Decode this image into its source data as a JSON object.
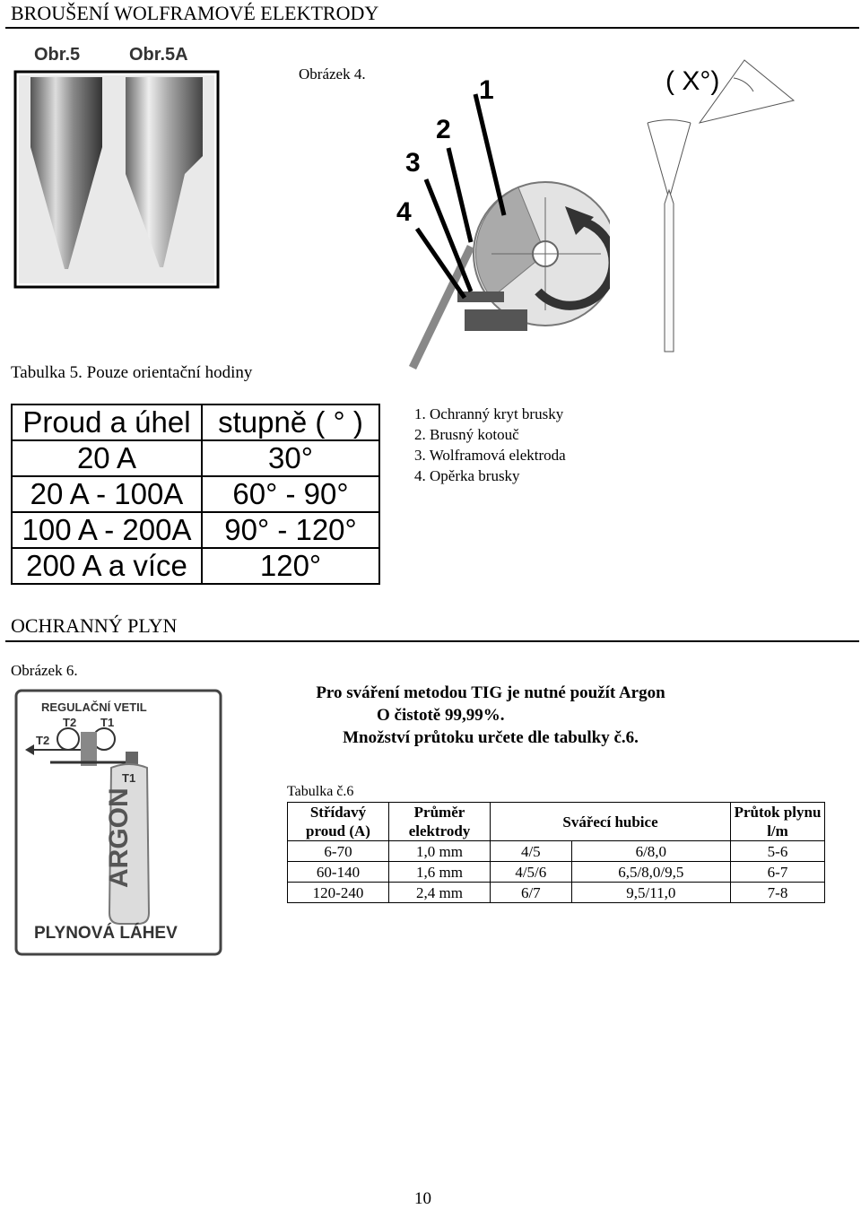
{
  "heading": "BROUŠENÍ WOLFRAMOVÉ ELEKTRODY",
  "figure4": {
    "caption": "Obrázek 4.",
    "obr5": "Obr.5",
    "obr5a": "Obr.5A",
    "angle_label": "( X°)",
    "numbers": [
      "1",
      "2",
      "3",
      "4"
    ]
  },
  "table5": {
    "caption": "Tabulka 5. Pouze orientační hodiny",
    "rows": [
      [
        "Proud a úhel",
        "stupně ( ° )"
      ],
      [
        "20 A",
        "30°"
      ],
      [
        "20 A - 100A",
        "60° - 90°"
      ],
      [
        "100 A - 200A",
        "90° - 120°"
      ],
      [
        "200 A a více",
        "120°"
      ]
    ]
  },
  "legend": [
    "1.  Ochranný kryt brusky",
    "2.  Brusný kotouč",
    "3.  Wolframová elektroda",
    "4.  Opěrka brusky"
  ],
  "section2": "OCHRANNÝ PLYN",
  "figure6": {
    "caption": "Obrázek 6.",
    "regulator": "REGULAČNÍ VETIL",
    "t2": "T2",
    "t1": "T1",
    "t2_left": "T2",
    "t1_bottle": "T1",
    "argon": "ARGON",
    "bottle": "PLYNOVÁ LÁHEV"
  },
  "note": {
    "line1": "Pro sváření metodou TIG je nutné použít Argon",
    "line2": "O čistotě 99,99%.",
    "line3": "Množství průtoku určete dle tabulky č.6."
  },
  "table6": {
    "caption": "Tabulka č.6",
    "headers": [
      "Střídavý proud (A)",
      "Průměr elektrody",
      "Svářecí hubice",
      "Průtok plynu l/m"
    ],
    "rows": [
      [
        "6-70",
        "1,0 mm",
        "4/5",
        "6/8,0",
        "5-6"
      ],
      [
        "60-140",
        "1,6 mm",
        "4/5/6",
        "6,5/8,0/9,5",
        "6-7"
      ],
      [
        "120-240",
        "2,4 mm",
        "6/7",
        "9,5/11,0",
        "7-8"
      ]
    ]
  },
  "page_number": "10"
}
